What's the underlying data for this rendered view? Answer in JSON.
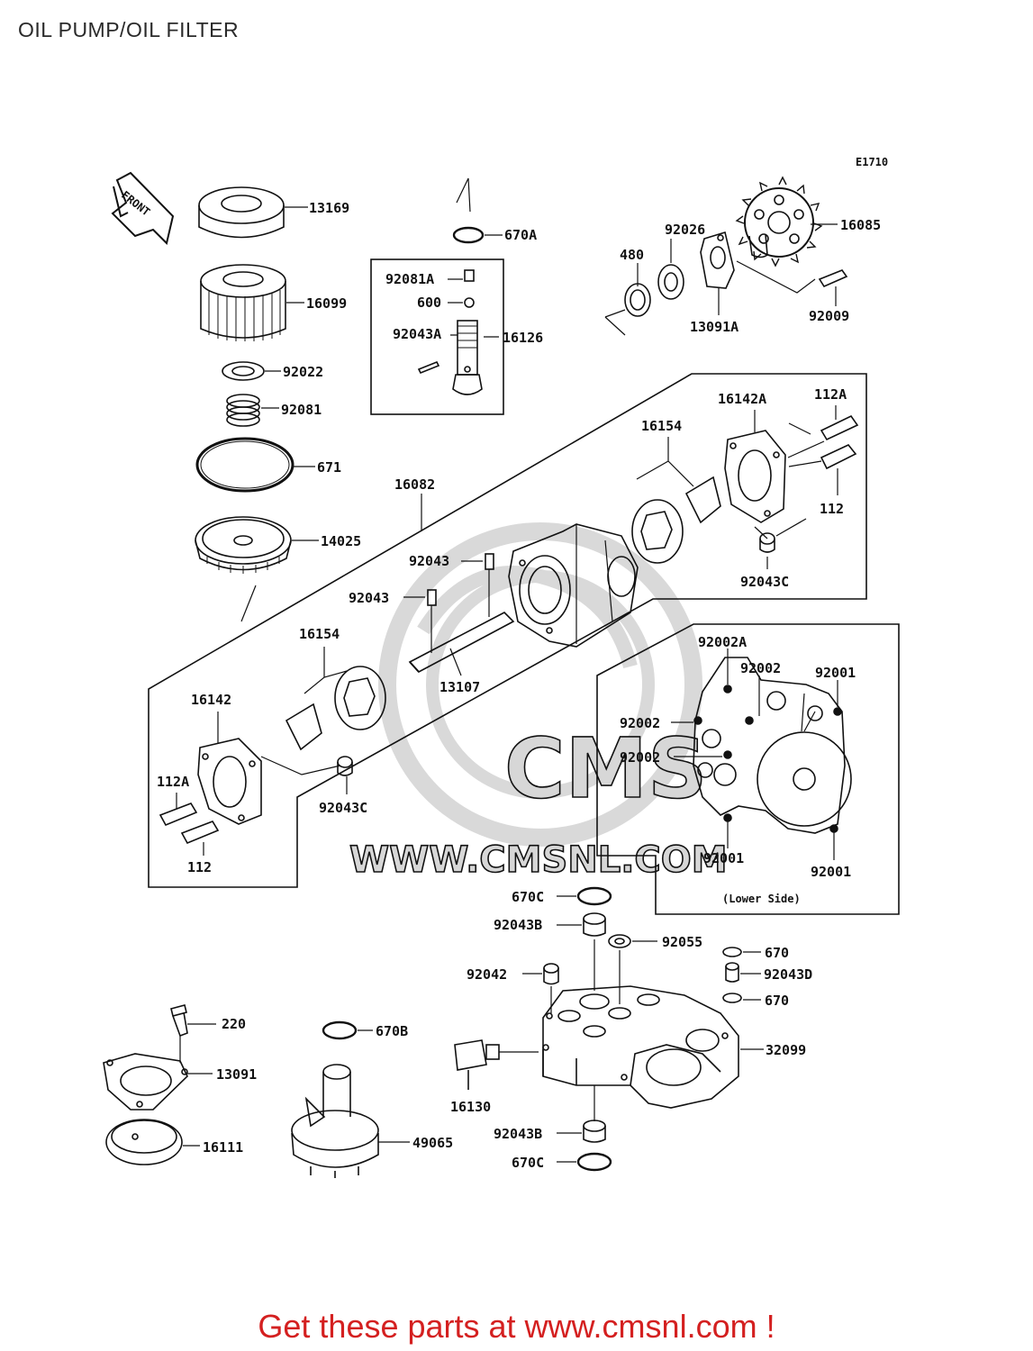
{
  "title": "OIL PUMP/OIL FILTER",
  "diagram_code": "E1710",
  "front_label": "FRONT",
  "watermark": {
    "brand": "CMS",
    "url": "WWW.CMSNL.COM"
  },
  "note_lower_side": "(Lower Side)",
  "footer": "Get these parts at www.cmsnl.com !",
  "colors": {
    "footer": "#d42020",
    "lines": "#111111"
  },
  "parts": [
    {
      "id": "p13169",
      "label": "13169"
    },
    {
      "id": "p16099",
      "label": "16099"
    },
    {
      "id": "p92022",
      "label": "92022"
    },
    {
      "id": "p92081",
      "label": "92081"
    },
    {
      "id": "p671",
      "label": "671"
    },
    {
      "id": "p14025",
      "label": "14025"
    },
    {
      "id": "p670A",
      "label": "670A"
    },
    {
      "id": "p92081A",
      "label": "92081A"
    },
    {
      "id": "p600",
      "label": "600"
    },
    {
      "id": "p92043A",
      "label": "92043A"
    },
    {
      "id": "p16126",
      "label": "16126"
    },
    {
      "id": "p480",
      "label": "480"
    },
    {
      "id": "p92026",
      "label": "92026"
    },
    {
      "id": "p13091A",
      "label": "13091A"
    },
    {
      "id": "p16085",
      "label": "16085"
    },
    {
      "id": "p92009",
      "label": "92009"
    },
    {
      "id": "p16142A",
      "label": "16142A"
    },
    {
      "id": "p112A_top",
      "label": "112A"
    },
    {
      "id": "p112_top",
      "label": "112"
    },
    {
      "id": "p16154_top",
      "label": "16154"
    },
    {
      "id": "p92043C_top",
      "label": "92043C"
    },
    {
      "id": "p16082",
      "label": "16082"
    },
    {
      "id": "p92043_a",
      "label": "92043"
    },
    {
      "id": "p92043_b",
      "label": "92043"
    },
    {
      "id": "p13107",
      "label": "13107"
    },
    {
      "id": "p16154_bot",
      "label": "16154"
    },
    {
      "id": "p16142",
      "label": "16142"
    },
    {
      "id": "p112A_bot",
      "label": "112A"
    },
    {
      "id": "p112_bot",
      "label": "112"
    },
    {
      "id": "p92043C_bot",
      "label": "92043C"
    },
    {
      "id": "p92002A",
      "label": "92002A"
    },
    {
      "id": "p92002_a",
      "label": "92002"
    },
    {
      "id": "p92001_a",
      "label": "92001"
    },
    {
      "id": "p92002_b",
      "label": "92002"
    },
    {
      "id": "p92002_c",
      "label": "92002"
    },
    {
      "id": "p92001_b",
      "label": "92001"
    },
    {
      "id": "p92001_c",
      "label": "92001"
    },
    {
      "id": "p670C_top",
      "label": "670C"
    },
    {
      "id": "p92043B_top",
      "label": "92043B"
    },
    {
      "id": "p92055",
      "label": "92055"
    },
    {
      "id": "p670_a",
      "label": "670"
    },
    {
      "id": "p92043D",
      "label": "92043D"
    },
    {
      "id": "p670_b",
      "label": "670"
    },
    {
      "id": "p92042",
      "label": "92042"
    },
    {
      "id": "p32099",
      "label": "32099"
    },
    {
      "id": "p16130",
      "label": "16130"
    },
    {
      "id": "p92043B_bot",
      "label": "92043B"
    },
    {
      "id": "p670C_bot",
      "label": "670C"
    },
    {
      "id": "p220",
      "label": "220"
    },
    {
      "id": "p13091",
      "label": "13091"
    },
    {
      "id": "p16111",
      "label": "16111"
    },
    {
      "id": "p670B",
      "label": "670B"
    },
    {
      "id": "p49065",
      "label": "49065"
    }
  ]
}
